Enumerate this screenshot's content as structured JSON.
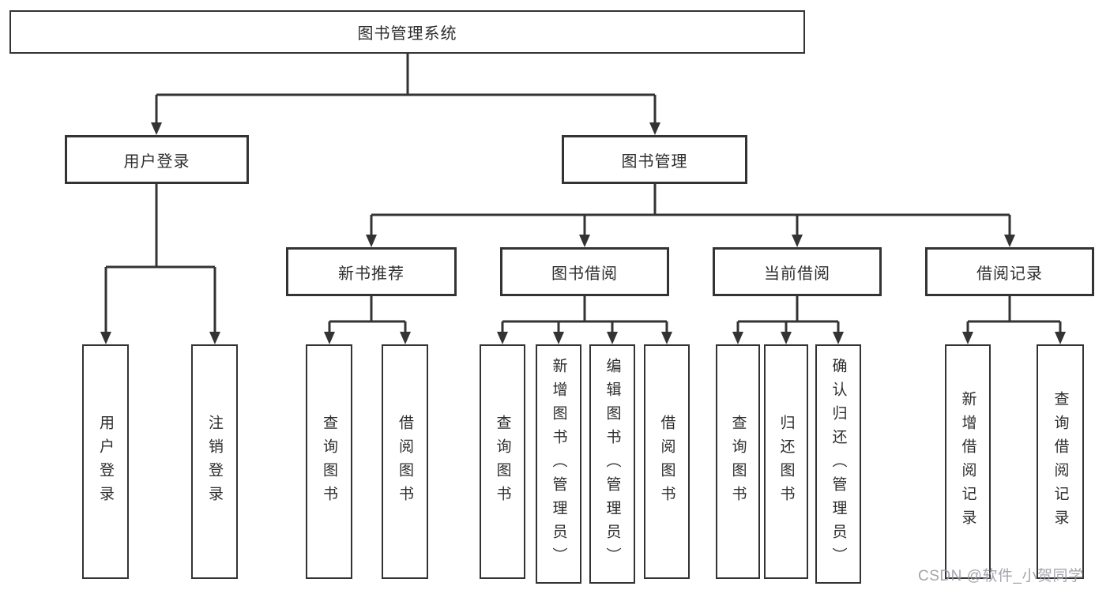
{
  "diagram": {
    "line_color": "#333333",
    "tree": {
      "root": {
        "label": "图书管理系统"
      },
      "branches": [
        {
          "label": "用户登录",
          "leaves": [
            {
              "label": "用户登录"
            },
            {
              "label": "注销登录"
            }
          ]
        },
        {
          "label": "图书管理",
          "groups": [
            {
              "label": "新书推荐",
              "leaves": [
                {
                  "label": "查询图书"
                },
                {
                  "label": "借阅图书"
                }
              ]
            },
            {
              "label": "图书借阅",
              "leaves": [
                {
                  "label": "查询图书"
                },
                {
                  "label": "新增图书（管理员）"
                },
                {
                  "label": "编辑图书（管理员）"
                },
                {
                  "label": "借阅图书"
                }
              ]
            },
            {
              "label": "当前借阅",
              "leaves": [
                {
                  "label": "查询图书"
                },
                {
                  "label": "归还图书"
                },
                {
                  "label": "确认归还（管理员）"
                }
              ]
            },
            {
              "label": "借阅记录",
              "leaves": [
                {
                  "label": "新增借阅记录"
                },
                {
                  "label": "查询借阅记录"
                }
              ]
            }
          ]
        }
      ]
    },
    "watermark": {
      "text": "CSDN @软件_小贺同学"
    }
  }
}
